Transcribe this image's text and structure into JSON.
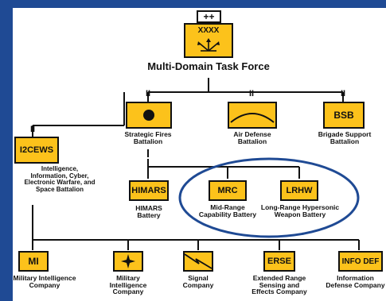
{
  "colors": {
    "unit_fill": "#fcc21b",
    "outline": "#111111",
    "background": "#1f4a94",
    "highlight_ellipse": "#1f4a94"
  },
  "hq": {
    "echelon": "++",
    "size_marker": "XXXX",
    "title": "Multi-Domain Task Force"
  },
  "battalions": {
    "strategic_fires": {
      "echelon": "II",
      "label": "Strategic Fires\nBattalion"
    },
    "air_defense": {
      "echelon": "II",
      "label": "Air Defense\nBattalion"
    },
    "bsb": {
      "echelon": "II",
      "symbol_text": "BSB",
      "label": "Brigade Support\nBattalion"
    },
    "i2cews": {
      "echelon": "II",
      "symbol_text": "I2CEWS",
      "label": "Intelligence,\nInformation, Cyber,\nElectronic Warfare, and\nSpace Battalion"
    }
  },
  "batteries": {
    "himars": {
      "echelon": "I",
      "symbol_text": "HIMARS",
      "label": "HIMARS\nBattery"
    },
    "mrc": {
      "echelon": "I",
      "symbol_text": "MRC",
      "label": "Mid-Range\nCapability Battery"
    },
    "lrhw": {
      "echelon": "I",
      "symbol_text": "LRHW",
      "label": "Long-Range Hypersonic\nWeapon Battery"
    }
  },
  "companies": {
    "mi": {
      "echelon": "I",
      "symbol_text": "MI",
      "label": "Military Intelligence\nCompany"
    },
    "mi_co2": {
      "echelon": "I",
      "label": "Military\nIntelligence\nCompany"
    },
    "signal": {
      "echelon": "I",
      "label": "Signal\nCompany"
    },
    "erse": {
      "echelon": "I",
      "symbol_text": "ERSE",
      "label": "Extended Range\nSensing and\nEffects Company"
    },
    "info_def": {
      "echelon": "I",
      "symbol_text": "INFO DEF",
      "label": "Information\nDefense Company"
    }
  }
}
